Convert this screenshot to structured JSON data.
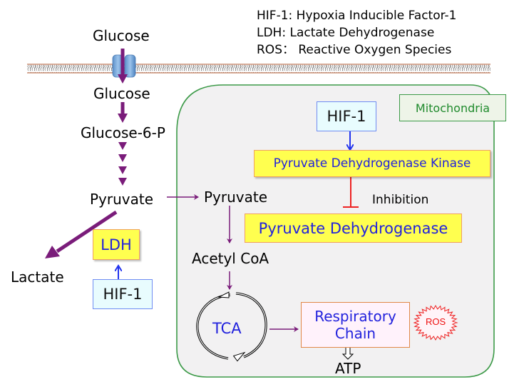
{
  "legend": {
    "line1": "HIF-1: Hypoxia Inducible Factor-1",
    "line2": "LDH: Lactate Dehydrogenase",
    "line3": "ROS： Reactive Oxygen Species"
  },
  "cytosol": {
    "glucose_outside": "Glucose",
    "glucose_inside": "Glucose",
    "glucose_6_p": "Glucose-6-P",
    "pyruvate": "Pyruvate",
    "lactate": "Lactate",
    "ldh": "LDH",
    "hif1": "HIF-1"
  },
  "mitochondria": {
    "label": "Mitochondria",
    "hif1": "HIF-1",
    "pdk": "Pyruvate Dehydrogenase Kinase",
    "inhibition": "Inhibition",
    "pdh": "Pyruvate Dehydrogenase",
    "pyruvate": "Pyruvate",
    "acetyl_coa": "Acetyl CoA",
    "tca": "TCA",
    "resp_line1": "Respiratory",
    "resp_line2": "Chain",
    "ros": "ROS",
    "atp": "ATP"
  },
  "colors": {
    "pathway_arrow": "#7a1c7a",
    "activation_arrow": "#2233ee",
    "inhibition": "#ee2222",
    "mito_border": "#3c9a48",
    "mito_fill": "#f2f1f2",
    "enzyme_fill": "#ffff4f",
    "enzyme_text": "#2222dd"
  }
}
